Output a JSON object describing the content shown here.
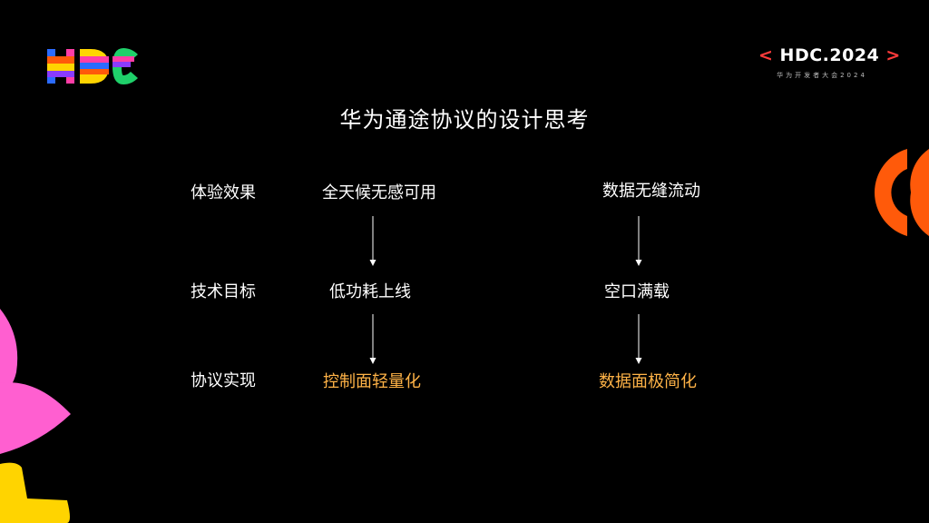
{
  "slide": {
    "title": "华为通途协议的设计思考",
    "badge": {
      "bracket_left": "<",
      "name": "HDC.2024",
      "bracket_right": ">",
      "subtitle": "华为开发者大会2024"
    },
    "rows": [
      {
        "label": "体验效果",
        "left": "全天候无感可用",
        "right": "数据无缝流动"
      },
      {
        "label": "技术目标",
        "left": "低功耗上线",
        "right": "空口满载"
      },
      {
        "label": "协议实现",
        "left": "控制面轻量化",
        "right": "数据面极简化"
      }
    ],
    "colors": {
      "background": "#000000",
      "text": "#ffffff",
      "accent": "#ffb347",
      "badge_bracket": "#ff3b3b",
      "deco_orange": "#ff5a0a",
      "deco_pink": "#ff5fd0",
      "deco_yellow": "#ffd400"
    },
    "icons": [
      "hdc-logo",
      "down-arrow-icon",
      "orange-semicircle-shape",
      "pink-flower-shape",
      "yellow-pacman-shape"
    ]
  }
}
